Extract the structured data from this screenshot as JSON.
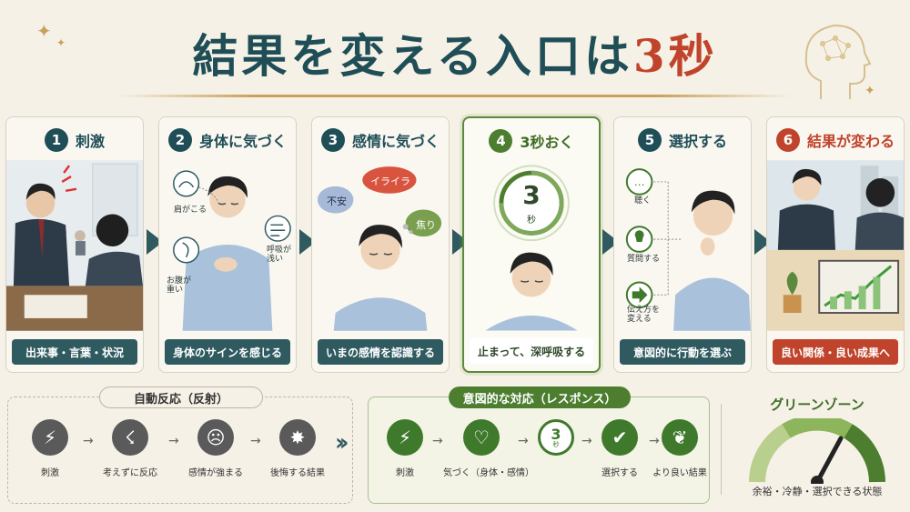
{
  "header": {
    "title_main": "結果を変える入口は",
    "title_accent": "3秒"
  },
  "steps": [
    {
      "num": "1",
      "title": "刺激",
      "caption": "出来事・言葉・状況"
    },
    {
      "num": "2",
      "title": "身体に気づく",
      "caption": "身体のサインを感じる",
      "labels": {
        "shoulder": "肩がこる",
        "stomach": "お腹が\n重い",
        "breath": "呼吸が\n浅い"
      }
    },
    {
      "num": "3",
      "title": "感情に気づく",
      "caption": "いまの感情を認識する",
      "labels": {
        "anxiety": "不安",
        "irritation": "イライラ",
        "impatience": "焦り"
      }
    },
    {
      "num": "4",
      "title": "3秒おく",
      "caption": "止まって、深呼吸する",
      "timer": {
        "digit": "3",
        "unit": "秒"
      }
    },
    {
      "num": "5",
      "title": "選択する",
      "caption": "意図的に行動を選ぶ",
      "labels": {
        "listen": "聴く",
        "ask": "質問する",
        "convey": "伝え方を\n変える"
      }
    },
    {
      "num": "6",
      "title": "結果が変わる",
      "caption": "良い関係・良い成果へ"
    }
  ],
  "reflex": {
    "title": "自動反応（反射）",
    "items": [
      "刺激",
      "考えずに反応",
      "感情が強まる",
      "後悔する結果"
    ]
  },
  "response": {
    "title": "意図的な対応（レスポンス）",
    "items": [
      "刺激",
      "気づく（身体・感情）",
      "",
      "選択する",
      "より良い結果"
    ],
    "timer_digit": "3",
    "timer_unit": "秒"
  },
  "green_zone": {
    "title": "グリーンゾーン",
    "caption": "余裕・冷静・選択できる状態"
  },
  "colors": {
    "primary": "#1f4e57",
    "accent": "#c0432b",
    "green": "#4d7e2f",
    "background": "#f6f1e6"
  }
}
